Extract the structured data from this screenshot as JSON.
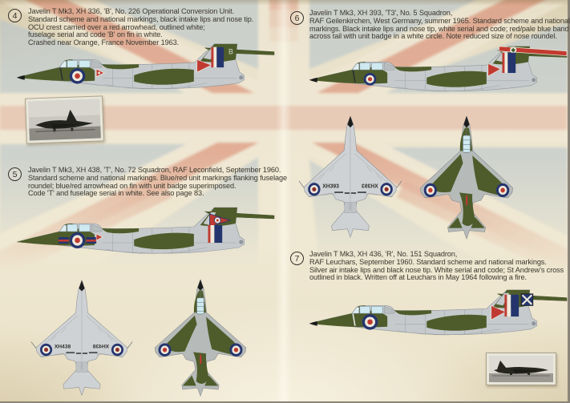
{
  "page": {
    "kind": "Decal instruction sheet — Gloster Javelin T Mk3 colour profiles",
    "colors": {
      "paper": "#ece4cd",
      "camo_green": "#4e5c2b",
      "camo_grey": "#c6cacc",
      "underside_grey": "#cfd2d4",
      "topview_grey": "#b6bab9",
      "roundel_blue": "#25356f",
      "roundel_red": "#bf3a30",
      "flash_blue": "#24356e",
      "marking_red": "#c03a31",
      "flag_red": "#db8a72",
      "flag_blue": "#b3c2cc",
      "cream": "#f1e9d6",
      "text": "#3b382f"
    }
  },
  "entries": [
    {
      "number": "4",
      "fin_code": "B",
      "lines": [
        "Javelin T Mk3, XH 336, 'B', No. 226 Operational  Conversion Unit.",
        "Standard  scheme and national markings, black intake lips and nose tip.",
        "OCU crest carried over a red arrowhead, outlined white;",
        "fuselage serial and code 'B' on fin in white.",
        "Crashed near Orange, France November 1963."
      ]
    },
    {
      "number": "5",
      "wing_serial": "XH438",
      "lines": [
        "Javelin T Mk3, XH 438, 'T', No. 72 Squadron, RAF Leconfield, September 1960.",
        "Standard  scheme and national markings. Blue/red unit markings flanking fuselage",
        "roundel; blue/red arrowhead on fin with unit badge superimposed.",
        "Code 'T' and fuselage serial in white. See also page 83."
      ]
    },
    {
      "number": "6",
      "wing_serial": "XH393",
      "lines": [
        "Javelin T Mk3, XH 393, 'T3', No. 5 Squadron,",
        "RAF Geilenkirchen, West Germany, summer 1965. Standard  scheme and national",
        "markings. Black intake lips and nose tip, white serial and code; red/pale blue band",
        "across tail with unit badge in a white circle. Note reduced size of nose roundel."
      ]
    },
    {
      "number": "7",
      "lines": [
        "Javelin T Mk3, XH 436, 'R', No. 151 Squadron,",
        "RAF Leuchars, September 1960. Standard  scheme and national markings.",
        "Silver air intake lips and black nose tip. White serial and code; St Andrew's cross",
        "outlined in black. Written off at Leuchars in May 1964 following a fire."
      ]
    }
  ]
}
